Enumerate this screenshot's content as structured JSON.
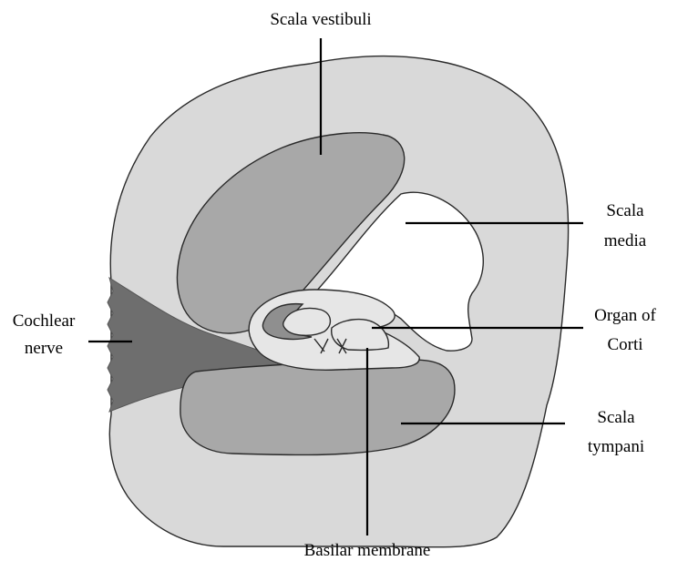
{
  "labels": {
    "scala_vestibuli": "Scala vestibuli",
    "scala_media_line1": "Scala",
    "scala_media_line2": "media",
    "cochlear_nerve_line1": "Cochlear",
    "cochlear_nerve_line2": "nerve",
    "organ_of_corti_line1": "Organ of",
    "organ_of_corti_line2": "Corti",
    "scala_tympani_line1": "Scala",
    "scala_tympani_line2": "tympani",
    "basilar_membrane": "Basilar membrane"
  },
  "colors": {
    "outer_tissue": "#d9d9d9",
    "chamber": "#a8a8a8",
    "scala_media_cavity": "#ffffff",
    "cochlear_nerve": "#6e6e6e",
    "organ_light": "#e6e6e6",
    "organ_dark": "#8f8f8f",
    "outline": "#2a2a2a"
  }
}
